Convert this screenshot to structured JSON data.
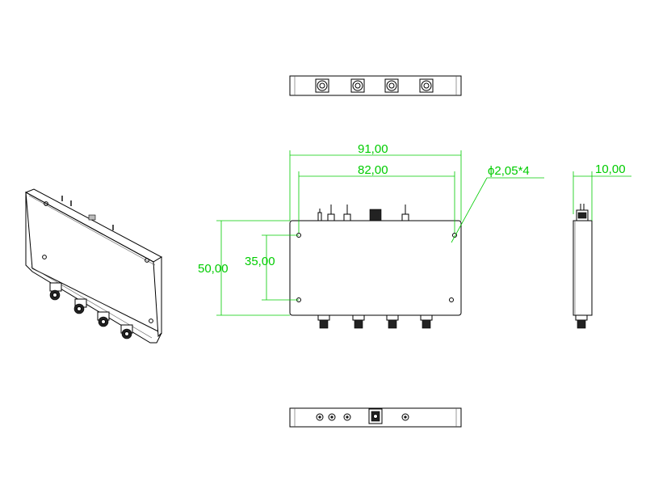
{
  "colors": {
    "outline": "#000000",
    "dimension": "#00cc00",
    "background": "#ffffff"
  },
  "dimensions": {
    "overall_length": "91,00",
    "hole_spacing_length": "82,00",
    "hole_spec": "ϕ2,05*4",
    "overall_width": "50,00",
    "hole_spacing_width": "35,00",
    "thickness": "10,00"
  },
  "views": {
    "connector_count": 4
  }
}
